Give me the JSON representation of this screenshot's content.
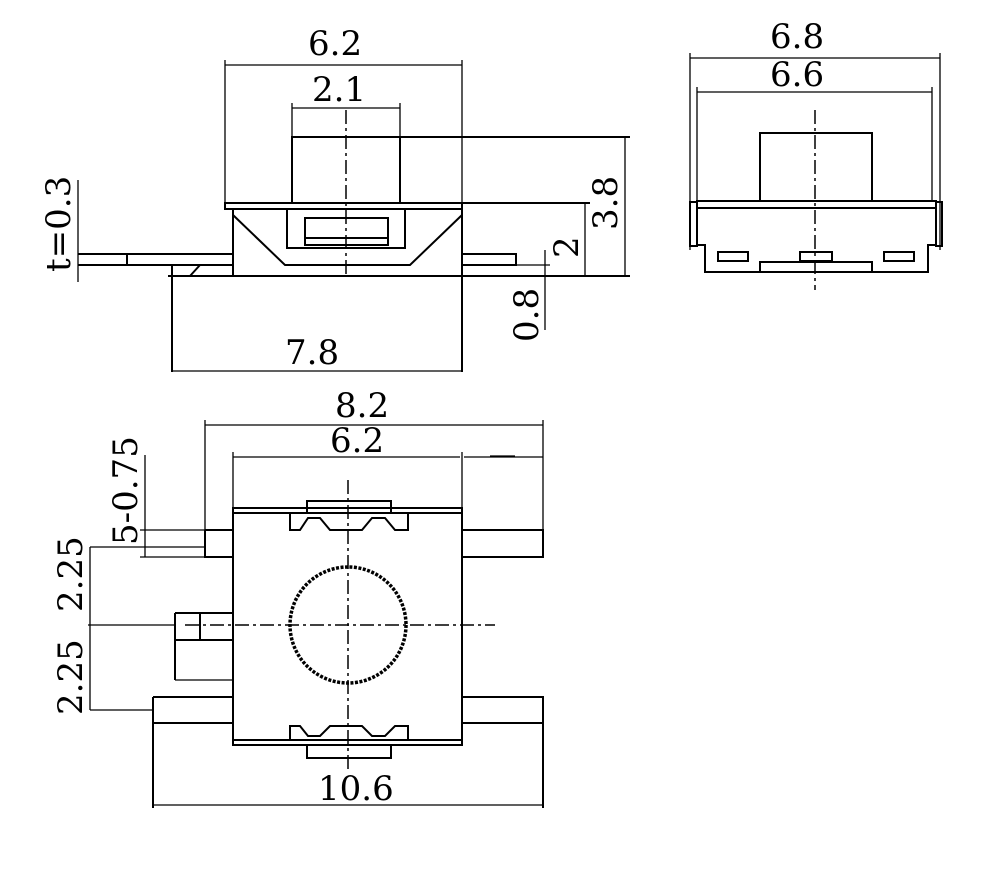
{
  "front_view": {
    "width_top": "6.2",
    "plunger_width": "2.1",
    "total_height": "3.8",
    "body_height": "2",
    "standoff": "0.8",
    "thickness": "t=0.3",
    "base_width": "7.8"
  },
  "side_view": {
    "outer_width": "6.8",
    "inner_width": "6.6"
  },
  "bottom_view": {
    "lead_span": "8.2",
    "body_width": "6.2",
    "lead_width": "5-0.75",
    "pitch_top": "2.25",
    "pitch_bottom": "2.25",
    "overall_length": "10.6"
  }
}
